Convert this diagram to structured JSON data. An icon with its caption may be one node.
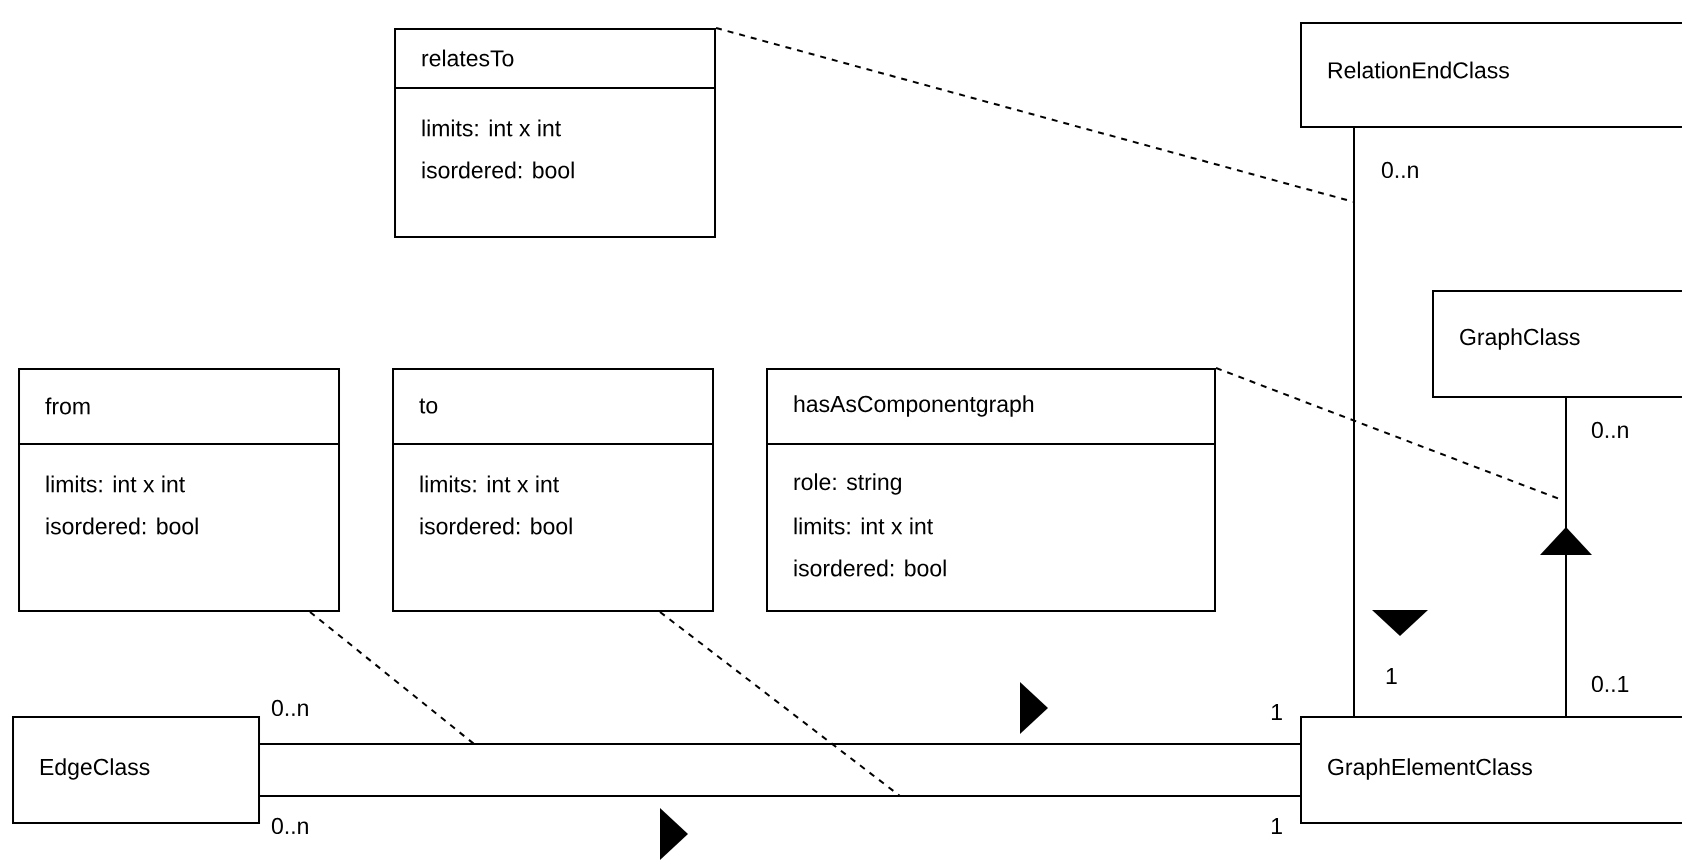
{
  "diagram": {
    "nodes": [
      {
        "text": [
          "relatesTo",
          "limits: int x int",
          "isordered: bool"
        ]
      },
      {
        "text": [
          "RelationEndClass"
        ]
      },
      {
        "text": [
          "GraphClass"
        ]
      },
      {
        "text": [
          "from",
          "limits: int x int",
          "isordered: bool"
        ]
      },
      {
        "text": [
          "to",
          "limits: int x int",
          "isordered: bool"
        ]
      },
      {
        "text": [
          "hasAsComponentgraph",
          "role: string",
          "limits: int x int",
          "isordered: bool"
        ]
      },
      {
        "text": [
          "EdgeClass"
        ]
      },
      {
        "text": [
          "GraphElementClass"
        ]
      }
    ],
    "edges": [
      {
        "from": 6,
        "to": 7,
        "arrow": "none"
      },
      {
        "from": 6,
        "to": 7,
        "arrow": "none"
      },
      {
        "from": 1,
        "to": 7,
        "arrow": "none"
      },
      {
        "from": 7,
        "to": 2,
        "arrow": "to"
      },
      {
        "from": 0,
        "to": null,
        "arrow": "none",
        "style": "dashed"
      },
      {
        "from": 5,
        "to": null,
        "arrow": "none",
        "style": "dashed"
      },
      {
        "from": 3,
        "to": null,
        "arrow": "none",
        "style": "dashed"
      },
      {
        "from": 4,
        "to": null,
        "arrow": "none",
        "style": "dashed"
      }
    ],
    "labels": [
      "0..n",
      "0..n",
      "1",
      "0..1",
      "0..n",
      "1",
      "0..n",
      "1"
    ]
  }
}
